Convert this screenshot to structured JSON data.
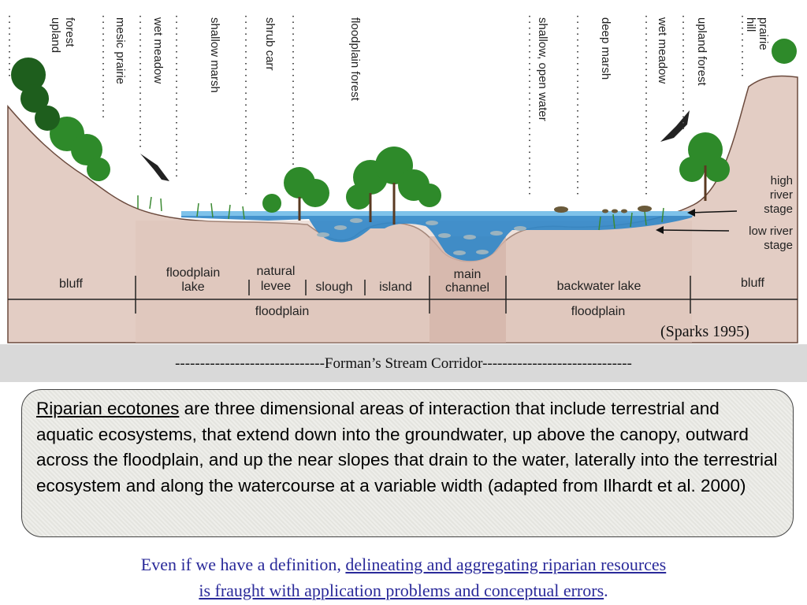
{
  "zones": [
    {
      "label": "upland forest",
      "line1": "upland",
      "line2": "forest"
    },
    {
      "label": "mesic prairie"
    },
    {
      "label": "wet meadow"
    },
    {
      "label": "shallow marsh"
    },
    {
      "label": "shrub carr"
    },
    {
      "label": "floodplain forest"
    },
    {
      "label": "shallow, open water"
    },
    {
      "label": "deep marsh"
    },
    {
      "label": "wet meadow"
    },
    {
      "label": "upland forest"
    },
    {
      "label": "hill prairie",
      "line1": "hill",
      "line2": "prairie"
    }
  ],
  "ground_labels": {
    "bluff_left": "bluff",
    "floodplain_lake_1": "floodplain",
    "floodplain_lake_2": "lake",
    "natural_levee_1": "natural",
    "natural_levee_2": "levee",
    "slough": "slough",
    "island": "island",
    "main_channel_1": "main",
    "main_channel_2": "channel",
    "backwater_lake": "backwater lake",
    "bluff_right": "bluff",
    "floodplain_left": "floodplain",
    "floodplain_right": "floodplain"
  },
  "stages": {
    "high_1": "high",
    "high_2": "river",
    "high_3": "stage",
    "low_1": "low river",
    "low_2": "stage"
  },
  "citation": "(Sparks 1995)",
  "caption": "------------------------------Forman’s Stream Corridor------------------------------",
  "definition": {
    "term": "Riparian ecotones",
    "body": " are three dimensional areas of interaction that include terrestrial and aquatic ecosystems, that extend down into the groundwater, up above the canopy, outward across the floodplain, and up the near slopes that drain to the water, laterally into the terrestrial ecosystem and along the watercourse at a variable width (adapted from Ilhardt et al. 2000)"
  },
  "footer": {
    "lead": "Even if we have a definition, ",
    "link_line1": "delineating and aggregating riparian resources ",
    "link_line2": "is fraught with application problems and conceptual errors",
    "tail": "."
  },
  "colors": {
    "water": "#2f86c8",
    "ground": "#e3cdc4",
    "channel": "#c9a49b",
    "vegetation": "#2e8a2a",
    "text_blue": "#2a2a9a"
  }
}
